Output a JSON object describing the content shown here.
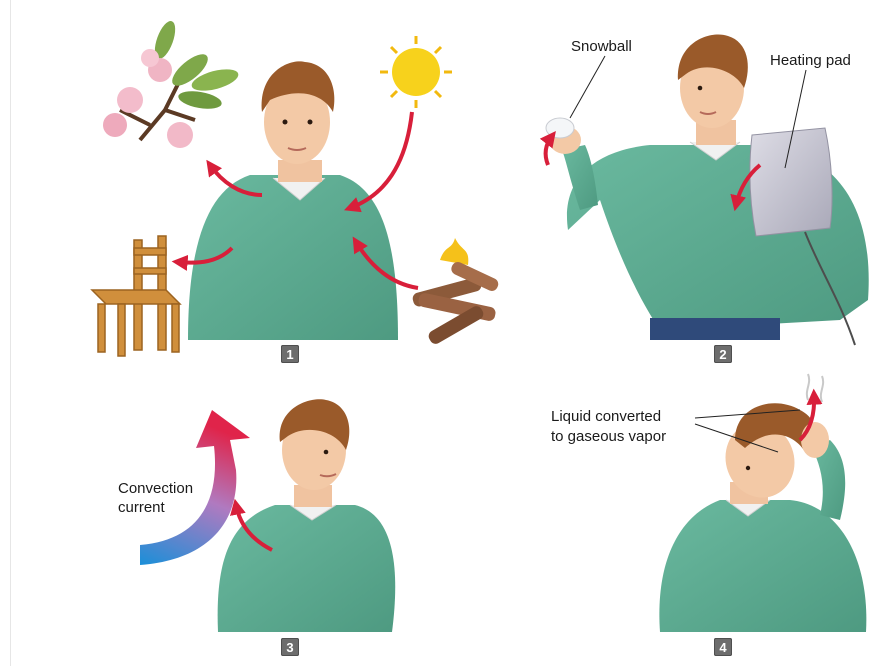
{
  "panels": [
    {
      "badge": "1"
    },
    {
      "badge": "2",
      "labels": {
        "snowball": "Snowball",
        "heating_pad": "Heating pad"
      }
    },
    {
      "badge": "3",
      "labels": {
        "convection_line1": "Convection",
        "convection_line2": "current"
      }
    },
    {
      "badge": "4",
      "labels": {
        "vapor_line1": "Liquid converted",
        "vapor_line2": "to gaseous vapor"
      }
    }
  ],
  "colors": {
    "sweater": "#5aa88f",
    "hair": "#9a5a2a",
    "skin": "#f3c9a6",
    "arrow": "#d81f3a",
    "badge": "#6d6d6d",
    "convection_top": "#e0244a",
    "convection_bottom": "#1a8fd8"
  }
}
